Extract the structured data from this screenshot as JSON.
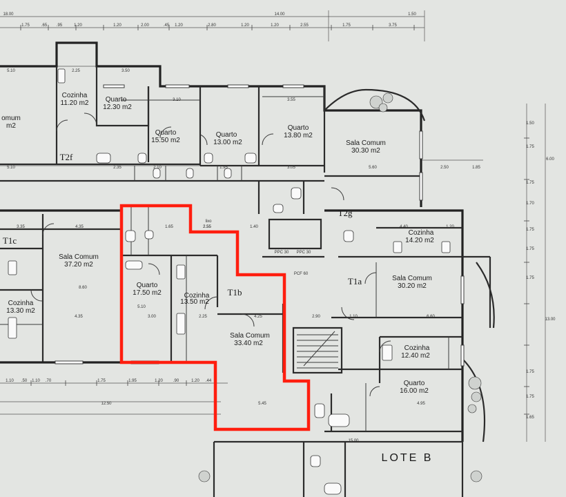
{
  "plan": {
    "lot_label": "LOTE B",
    "highlight_color": "#ff1e0f",
    "paper_color": "#e3e5e2"
  },
  "units": [
    {
      "id": "t2f",
      "label": "T2f"
    },
    {
      "id": "t1c",
      "label": "T1c"
    },
    {
      "id": "t1b",
      "label": "T1b"
    },
    {
      "id": "t2g",
      "label": "T2g"
    },
    {
      "id": "t1a",
      "label": "T1a"
    }
  ],
  "rooms": [
    {
      "id": "cozinha-t2f",
      "name": "Cozinha",
      "area": "11.20 m2"
    },
    {
      "id": "quarto-a",
      "name": "Quarto",
      "area": "12.30 m2"
    },
    {
      "id": "quarto-b",
      "name": "Quarto",
      "area": "15.50 m2"
    },
    {
      "id": "quarto-c",
      "name": "Quarto",
      "area": "13.00 m2"
    },
    {
      "id": "quarto-d",
      "name": "Quarto",
      "area": "13.80 m2"
    },
    {
      "id": "sala-t2g",
      "name": "Sala Comum",
      "area": "30.30 m2"
    },
    {
      "id": "sala-left-edge",
      "name": "omum",
      "area": "m2"
    },
    {
      "id": "sala-t1c",
      "name": "Sala Comum",
      "area": "37.20 m2"
    },
    {
      "id": "cozinha-t1c",
      "name": "Cozinha",
      "area": "13.30 m2"
    },
    {
      "id": "quarto-t1b",
      "name": "Quarto",
      "area": "17.50 m2"
    },
    {
      "id": "cozinha-t1b",
      "name": "Cozinha",
      "area": "13.50 m2"
    },
    {
      "id": "sala-t1b",
      "name": "Sala Comum",
      "area": "33.40 m2"
    },
    {
      "id": "cozinha-t2g",
      "name": "Cozinha",
      "area": "14.20 m2"
    },
    {
      "id": "sala-t1a",
      "name": "Sala Comum",
      "area": "30.20 m2"
    },
    {
      "id": "cozinha-t1a",
      "name": "Cozinha",
      "area": "12.40 m2"
    },
    {
      "id": "quarto-t1a",
      "name": "Quarto",
      "area": "16.00 m2"
    }
  ],
  "top_dimensions": [
    "18.00",
    "14.00",
    "1.50",
    "1.75",
    ".65",
    ".95",
    "1.20",
    "1.20",
    "2.00",
    ".45",
    "1.20",
    "2.80",
    "1.20",
    "1.20",
    "2.55",
    "1.75",
    "3.75"
  ],
  "bottom_dimensions": [
    "1.10",
    ".50",
    "1.10",
    ".70",
    "1.75",
    "1.95",
    "1.20",
    ".90",
    "1.20",
    ".44",
    "12.50",
    "15.00"
  ],
  "right_dimensions": [
    "1.50",
    "1.75",
    "6.00",
    "1.75",
    "1.70",
    "1.75",
    "1.75",
    "1.75",
    "13.00",
    "1.75",
    "1.75",
    "1.65"
  ],
  "interior_dimensions": [
    "5.10",
    "2.25",
    "3.50",
    "3.10",
    "3.55",
    "5.10",
    "5.60",
    "2.50",
    "1.85",
    "3.35",
    "4.35",
    "4.40",
    "1.20",
    "1.65",
    "2.55",
    "1.40",
    "3.05",
    "4.35",
    "3.00",
    "2.25",
    "4.25",
    "2.90",
    "1.10",
    "6.60",
    "5.45",
    "4.95",
    "2.35",
    "2.10",
    "1.95",
    "8.60",
    "2.55",
    "5.10"
  ],
  "annotations": [
    "lixo",
    "PPC 30",
    "PPC 30",
    "PCF 60"
  ]
}
